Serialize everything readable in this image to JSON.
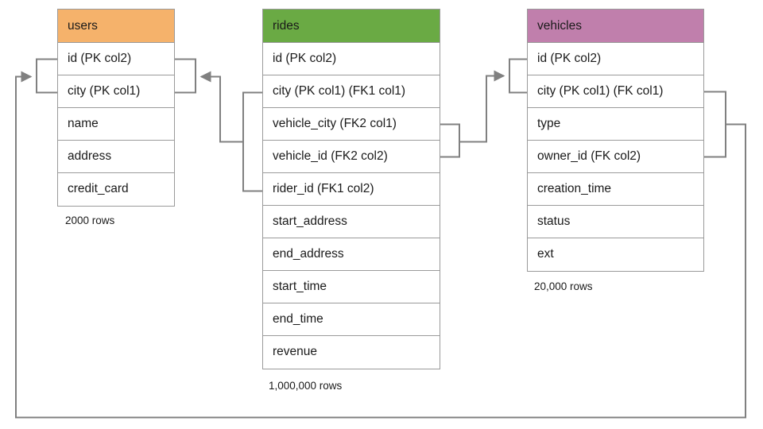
{
  "diagram": {
    "type": "entity-relationship-diagram",
    "background": "#ffffff",
    "connector_color": "#808080",
    "border_color": "#9a9a9a"
  },
  "tables": [
    {
      "id": "users",
      "name": "users",
      "header_color": "#F5B26B",
      "row_count_label": "2000 rows",
      "columns": [
        {
          "label": "id (PK col2)"
        },
        {
          "label": "city (PK col1)"
        },
        {
          "label": "name"
        },
        {
          "label": "address"
        },
        {
          "label": "credit_card"
        }
      ]
    },
    {
      "id": "rides",
      "name": "rides",
      "header_color": "#6AAA44",
      "row_count_label": "1,000,000 rows",
      "columns": [
        {
          "label": "id (PK col2)"
        },
        {
          "label": "city (PK col1) (FK1 col1)"
        },
        {
          "label": "vehicle_city (FK2 col1)"
        },
        {
          "label": "vehicle_id (FK2 col2)"
        },
        {
          "label": "rider_id (FK1 col2)"
        },
        {
          "label": "start_address"
        },
        {
          "label": "end_address"
        },
        {
          "label": "start_time"
        },
        {
          "label": "end_time"
        },
        {
          "label": "revenue"
        }
      ]
    },
    {
      "id": "vehicles",
      "name": "vehicles",
      "header_color": "#C07FAC",
      "row_count_label": "20,000 rows",
      "columns": [
        {
          "label": "id (PK col2)"
        },
        {
          "label": "city (PK col1) (FK col1)"
        },
        {
          "label": "type"
        },
        {
          "label": "owner_id (FK col2)"
        },
        {
          "label": "creation_time"
        },
        {
          "label": "status"
        },
        {
          "label": "ext"
        }
      ]
    }
  ],
  "relationships": [
    {
      "id": "rides-fk1-users",
      "from_table": "rides",
      "from_columns": [
        "city (PK col1) (FK1 col1)",
        "rider_id (FK1 col2)"
      ],
      "to_table": "users",
      "to_columns": [
        "id (PK col2)",
        "city (PK col1)"
      ],
      "arrow_direction": "left"
    },
    {
      "id": "rides-fk2-vehicles",
      "from_table": "rides",
      "from_columns": [
        "vehicle_city (FK2 col1)",
        "vehicle_id (FK2 col2)"
      ],
      "to_table": "vehicles",
      "to_columns": [
        "id (PK col2)",
        "city (PK col1) (FK col1)"
      ],
      "arrow_direction": "right"
    },
    {
      "id": "vehicles-fk-users",
      "from_table": "vehicles",
      "from_columns": [
        "city (PK col1) (FK col1)",
        "owner_id (FK col2)"
      ],
      "to_table": "users",
      "to_columns": [
        "id (PK col2)",
        "city (PK col1)"
      ],
      "arrow_direction": "right"
    }
  ]
}
